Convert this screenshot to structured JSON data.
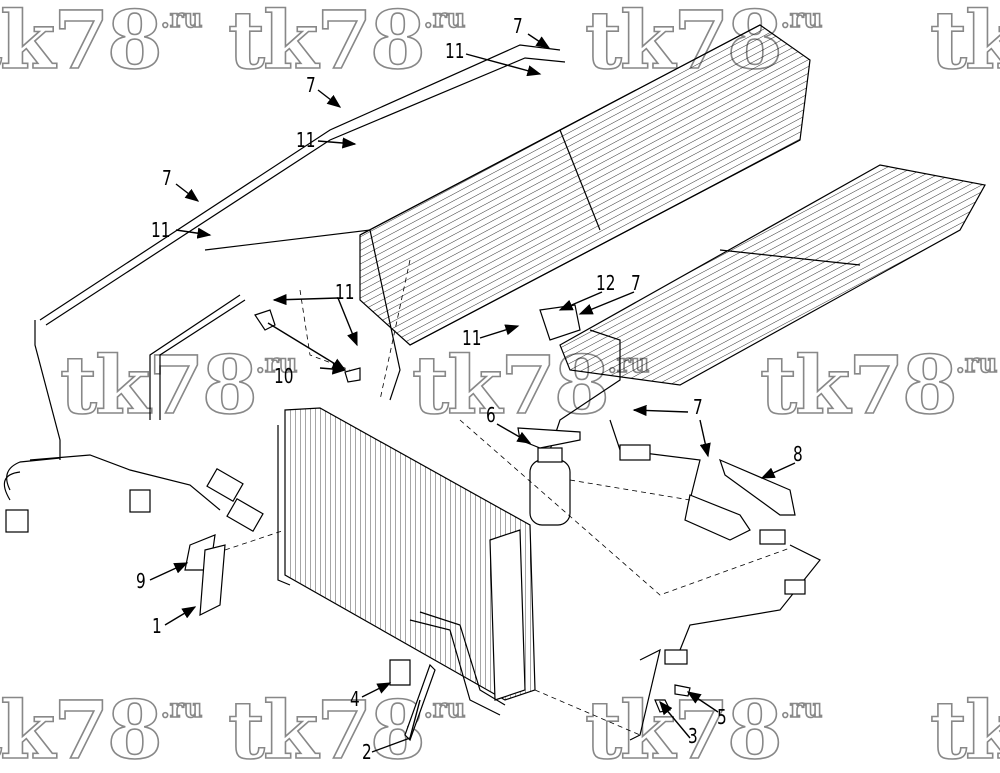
{
  "watermark": {
    "main": "tk78",
    "suffix": ".ru"
  },
  "callouts": [
    "7",
    "11",
    "7",
    "11",
    "7",
    "11",
    "11",
    "10",
    "12",
    "7",
    "11",
    "6",
    "7",
    "8",
    "9",
    "1",
    "4",
    "2",
    "3",
    "5"
  ]
}
